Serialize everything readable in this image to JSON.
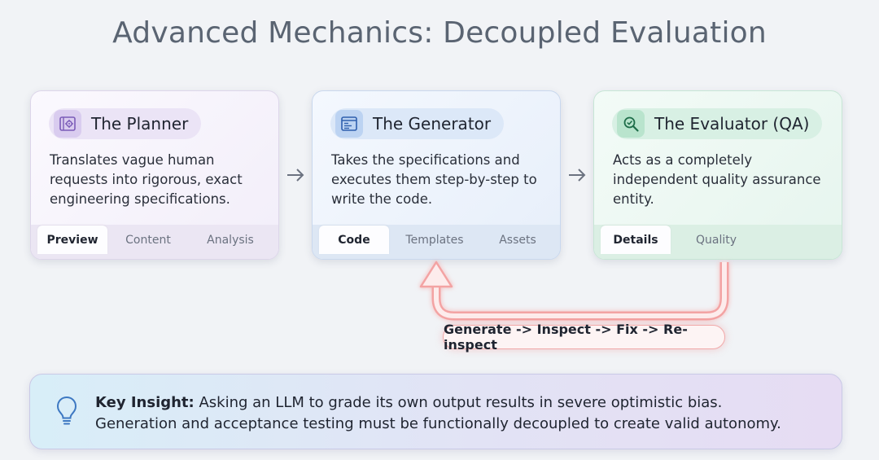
{
  "title": "Advanced Mechanics: Decoupled Evaluation",
  "cards": [
    {
      "name": "The Planner",
      "icon": "blueprint-gear-icon",
      "description": "Translates vague human requests into rigorous, exact engineering specifications.",
      "tabs": [
        "Preview",
        "Content",
        "Analysis"
      ],
      "active_tab": "Preview"
    },
    {
      "name": "The Generator",
      "icon": "code-window-icon",
      "description": "Takes the specifications and executes them step-by-step to write the code.",
      "tabs": [
        "Code",
        "Templates",
        "Assets"
      ],
      "active_tab": "Code"
    },
    {
      "name": "The Evaluator (QA)",
      "icon": "magnifier-check-icon",
      "description": "Acts as a completely independent quality assurance entity.",
      "tabs": [
        "Details",
        "Quality"
      ],
      "active_tab": "Details"
    }
  ],
  "loop_label": "Generate -> Inspect -> Fix -> Re-inspect",
  "insight": {
    "lead": "Key Insight:",
    "line1": " Asking an LLM to grade its own output results in severe optimistic bias.",
    "line2": "Generation and acceptance testing must be functionally decoupled to create valid autonomy."
  },
  "colors": {
    "planner_accent": "#8a6fc4",
    "generator_accent": "#3f73c6",
    "evaluator_accent": "#2f8f62",
    "loop_accent": "#ef8f8f"
  }
}
